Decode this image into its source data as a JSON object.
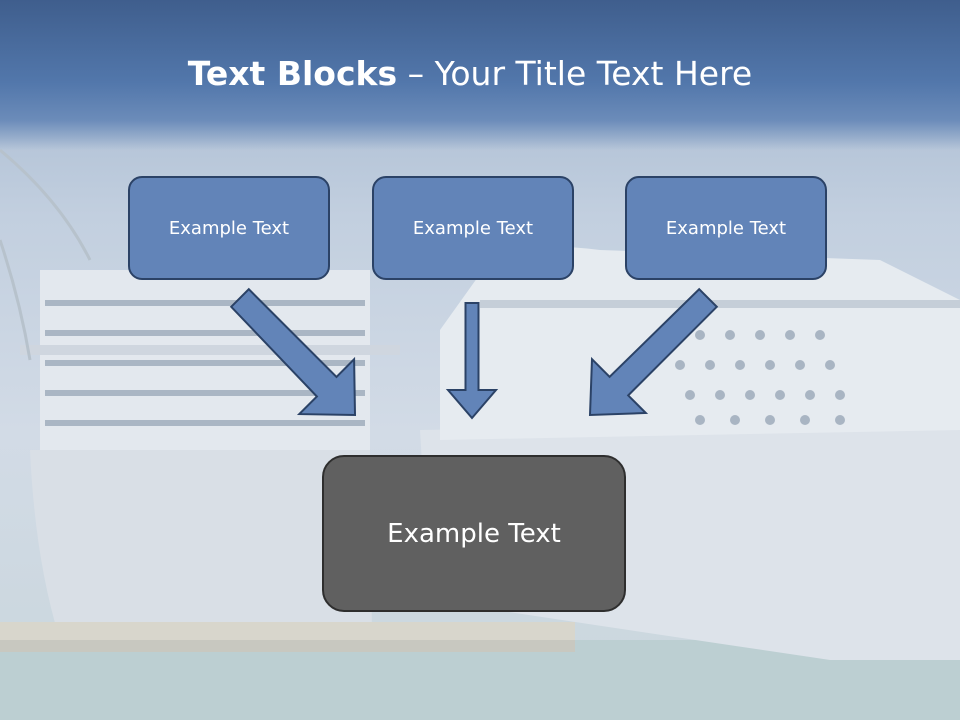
{
  "slide": {
    "title_bold": "Text Blocks",
    "title_rest": " – Your Title Text Here"
  },
  "blocks": [
    {
      "label": "Example Text"
    },
    {
      "label": "Example Text"
    },
    {
      "label": "Example Text"
    }
  ],
  "target": {
    "label": "Example Text"
  },
  "colors": {
    "header": "#4a6ea3",
    "block_fill": "#6284b8",
    "block_border": "#2b4266",
    "target_fill": "#606060",
    "text": "#ffffff"
  }
}
